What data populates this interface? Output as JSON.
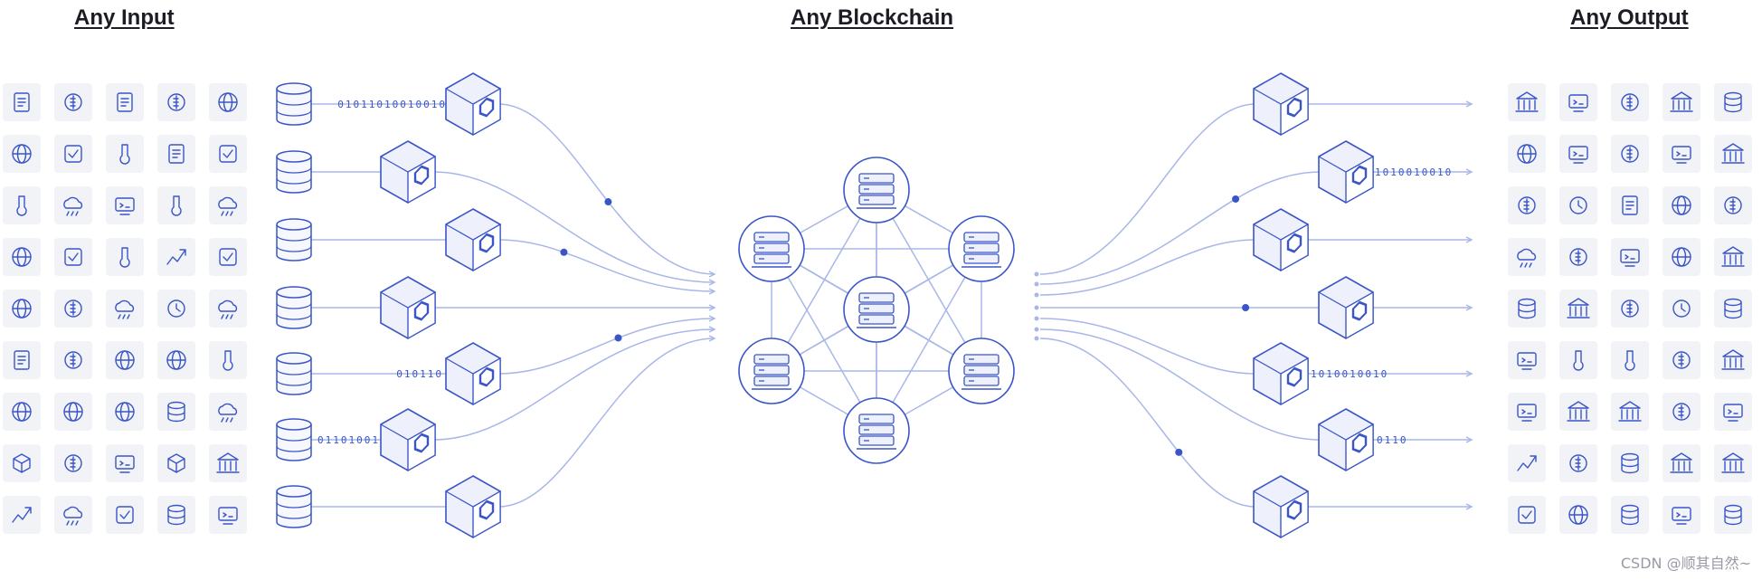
{
  "headings": {
    "input": "Any Input",
    "blockchain": "Any Blockchain",
    "output": "Any Output"
  },
  "colors": {
    "accent": "#3a55c8",
    "line": "#a9b7e8",
    "tile": "#f2f3f7",
    "node_fill": "#eef1fb",
    "heading": "#1c1c24"
  },
  "input_icons": [
    "line-chart-icon",
    "dollar-coin-icon",
    "invoice-icon",
    "coins-growth-icon",
    "compass-icon",
    "weather-sun-icon",
    "car-icon",
    "gavel-icon",
    "checklist-edit-icon",
    "landscape-icon",
    "thermometer-icon",
    "people-rain-icon",
    "report-phone-icon",
    "truck-clock-icon",
    "cloud-rain-icon",
    "vehicle-globe-icon",
    "telescope-icon",
    "binary-user-icon",
    "cart-icon",
    "gold-bars-icon",
    "basketball-hoop-icon",
    "coin-flip-icon",
    "wind-turbine-icon",
    "ladder-icon",
    "wind-flow-icon",
    "document-sign-icon",
    "laptop-dollar-icon",
    "sun-thermometer-icon",
    "football-icon",
    "stethoscope-icon",
    "globe-growth-icon",
    "atom-icon",
    "soccer-ball-icon",
    "database-sync-icon",
    "cloud-snow-icon",
    "map-pin-icon",
    "hand-bitcoin-icon",
    "monitor-upload-icon",
    "oil-rig-icon",
    "factory-icon",
    "thermometer-face-icon",
    "code-window-icon",
    "heartbeat-icon",
    "image-database-icon",
    "user-card-icon"
  ],
  "output_icons": [
    "buildings-icon",
    "device-card-icon",
    "dollar-sign-icon",
    "bank-cart-icon",
    "database-icon",
    "globe-lock-icon",
    "card-check-icon",
    "ethereum-icon",
    "terminal-icon",
    "bank-icon",
    "phone-dollar-icon",
    "rocket-icon",
    "checklist-icon",
    "globe-icon",
    "euro-icon",
    "cloud-lock-icon",
    "bitcoin-icon",
    "monitor-chart-icon",
    "globe-bank-icon",
    "museum-icon",
    "database-stack-icon",
    "bank-building-icon",
    "tether-icon",
    "wallet-icon",
    "server-list-icon",
    "code-cube-icon",
    "cubes-icon",
    "gears-icon",
    "dai-icon",
    "city-icon",
    "monitor-check-icon",
    "courthouse-icon",
    "capitol-icon",
    "pound-icon",
    "dashboard-icon",
    "chip-icon",
    "yen-icon",
    "server-icon",
    "chart-building-icon",
    "spire-icon",
    "plug-lock-icon",
    "globe-info-icon",
    "hard-drive-icon",
    "layout-icon",
    "database-lock-icon"
  ],
  "input_bits": [
    "01011010010010",
    "",
    "",
    "",
    "010110",
    "01101001",
    ""
  ],
  "output_bits": [
    "",
    "1010010010",
    "",
    "",
    "1010010010",
    "0110",
    ""
  ],
  "watermark": "CSDN @顺其自然~"
}
